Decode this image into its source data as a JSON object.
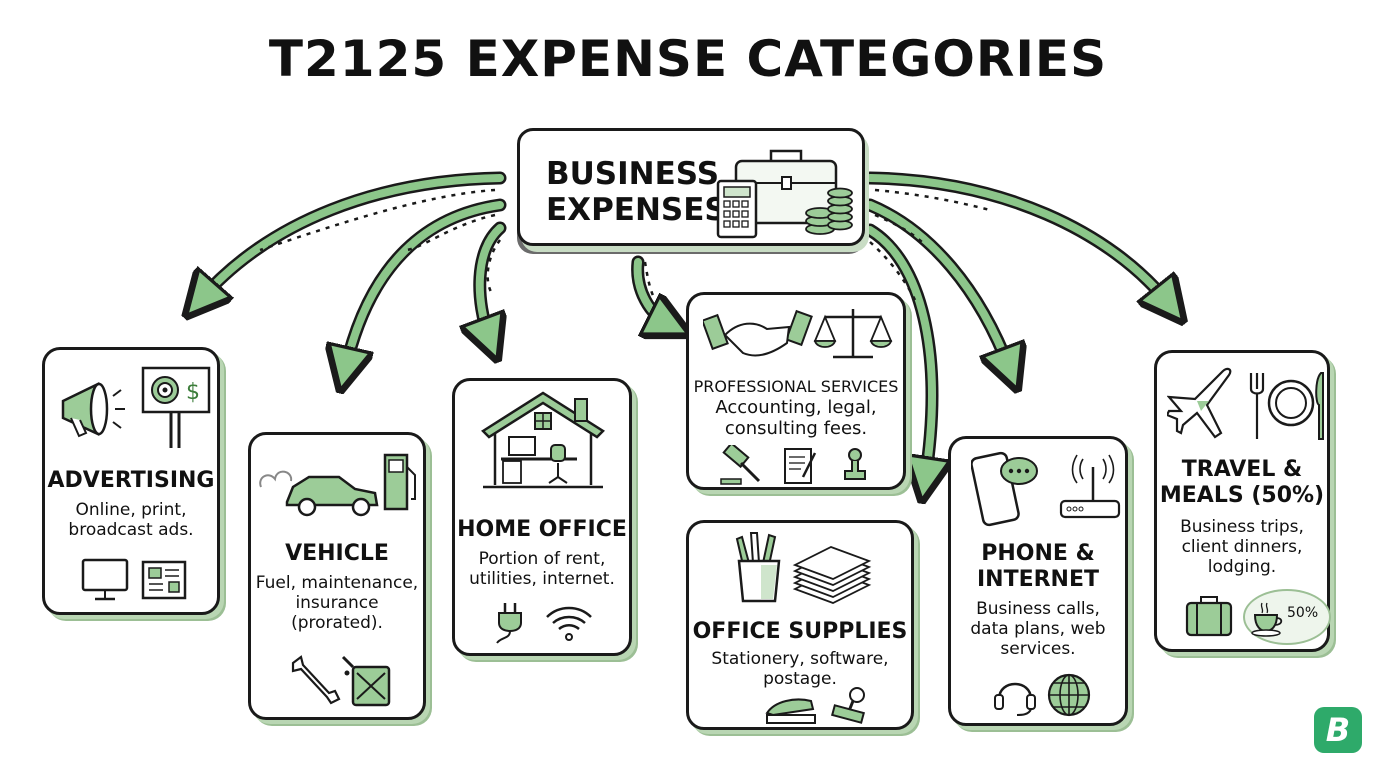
{
  "title": "T2125 EXPENSE CATEGORIES",
  "center": {
    "label_line1": "BUSINESS",
    "label_line2": "EXPENSES",
    "icons": [
      "briefcase-icon",
      "calculator-icon",
      "coins-icon"
    ]
  },
  "categories": [
    {
      "id": "advertising",
      "title": "ADVERTISING",
      "desc_line1": "Online, print,",
      "desc_line2": "broadcast ads.",
      "icons": [
        "megaphone-icon",
        "billboard-target-icon",
        "monitor-icon",
        "newspaper-icon"
      ]
    },
    {
      "id": "vehicle",
      "title": "VEHICLE",
      "desc_line1": "Fuel, maintenance,",
      "desc_line2": "insurance",
      "desc_line3": "(prorated).",
      "icons": [
        "car-icon",
        "fuel-pump-icon",
        "wrench-icon",
        "jerry-can-icon"
      ]
    },
    {
      "id": "home-office",
      "title": "HOME OFFICE",
      "desc_line1": "Portion of rent,",
      "desc_line2": "utilities, internet.",
      "icons": [
        "house-desk-icon",
        "plug-icon",
        "wifi-icon"
      ]
    },
    {
      "id": "professional-services",
      "title": "PROFESSIONAL SERVICES",
      "desc_line1": "Accounting, legal,",
      "desc_line2": "consulting fees.",
      "icons": [
        "handshake-icon",
        "scales-icon",
        "gavel-icon",
        "contract-icon",
        "stamp-icon"
      ]
    },
    {
      "id": "office-supplies",
      "title": "OFFICE SUPPLIES",
      "desc_line1": "Stationery, software,",
      "desc_line2": "postage.",
      "icons": [
        "pencil-cup-icon",
        "paper-stack-icon",
        "stapler-icon",
        "stamp-icon"
      ]
    },
    {
      "id": "phone-internet",
      "title_line1": "PHONE &",
      "title_line2": "INTERNET",
      "desc_line1": "Business calls,",
      "desc_line2": "data plans, web",
      "desc_line3": "services.",
      "icons": [
        "smartphone-chat-icon",
        "router-icon",
        "headset-icon",
        "globe-icon"
      ]
    },
    {
      "id": "travel-meals",
      "title_line1": "TRAVEL &",
      "title_line2": "MEALS (50%)",
      "desc_line1": "Business trips,",
      "desc_line2": "client dinners,",
      "desc_line3": "lodging.",
      "badge": "50%",
      "icons": [
        "airplane-icon",
        "plate-cutlery-icon",
        "suitcase-icon",
        "coffee-cup-icon"
      ]
    }
  ],
  "logo": {
    "letter": "B"
  },
  "colors": {
    "accent_green": "#8cc68a",
    "shadow_green": "#9cbf95",
    "ink": "#1a1a1a",
    "logo_green": "#2eaa6a"
  }
}
